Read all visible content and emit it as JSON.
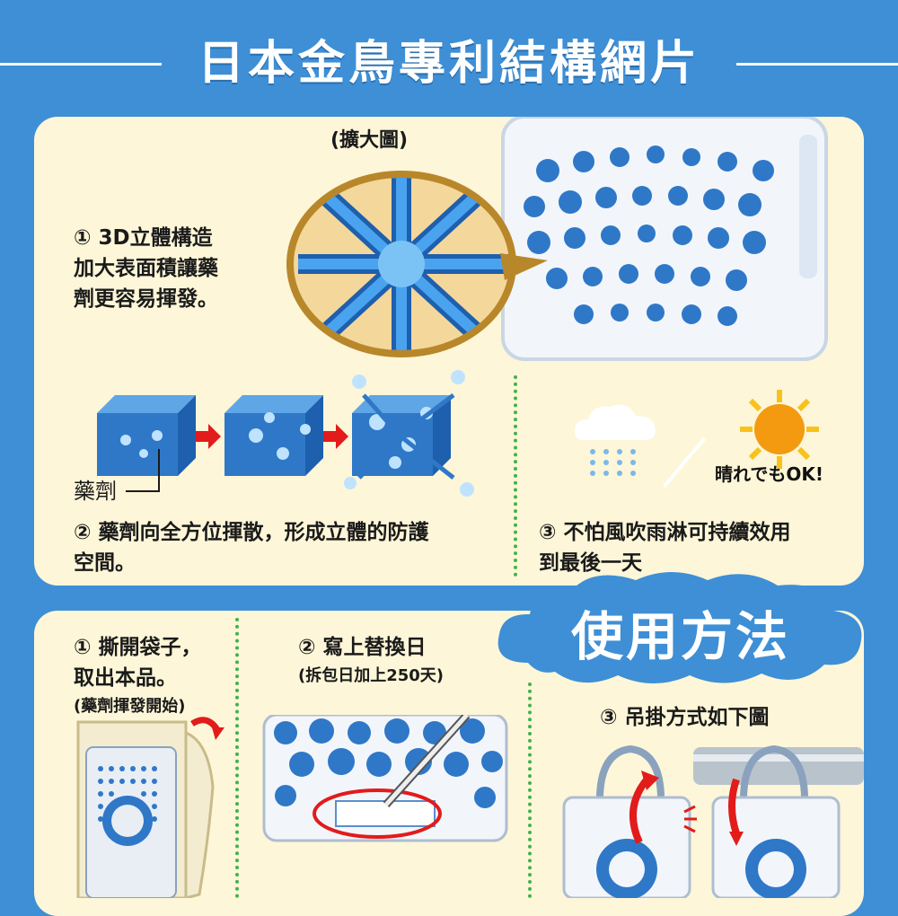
{
  "header": {
    "title": "日本金鳥專利結構網片"
  },
  "top": {
    "zoom_label": "(擴大圖)",
    "feature1": {
      "line1": "① 3D立體構造",
      "line2": "加大表面積讓藥",
      "line3": "劑更容易揮發。"
    },
    "drug_label": "藥劑",
    "feature2": {
      "line1": "② 藥劑向全方位揮散，形成立體的防護",
      "line2": "空間。"
    },
    "weather_ok": "晴れでもOK!",
    "feature3": {
      "line1": "③ 不怕風吹雨淋可持續效用",
      "line2": "到最後一天"
    }
  },
  "usage": {
    "title": "使用方法",
    "step1": {
      "line1": "① 撕開袋子，",
      "line2": "取出本品。",
      "note": "(藥劑揮發開始)"
    },
    "step2": {
      "line1": "② 寫上替換日",
      "note": "(拆包日加上250天)"
    },
    "step3": {
      "line1": "③ 吊掛方式如下圖"
    }
  },
  "colors": {
    "bg": "#3e8fd6",
    "panel": "#fdf6d8",
    "accent_red": "#e21b1b",
    "green_dash": "#42b24a",
    "cube_blue": "#2f78c8"
  },
  "icons": [
    "cloud-rain-icon",
    "sun-icon",
    "arrow-right-icon",
    "curved-arrow-icon"
  ]
}
